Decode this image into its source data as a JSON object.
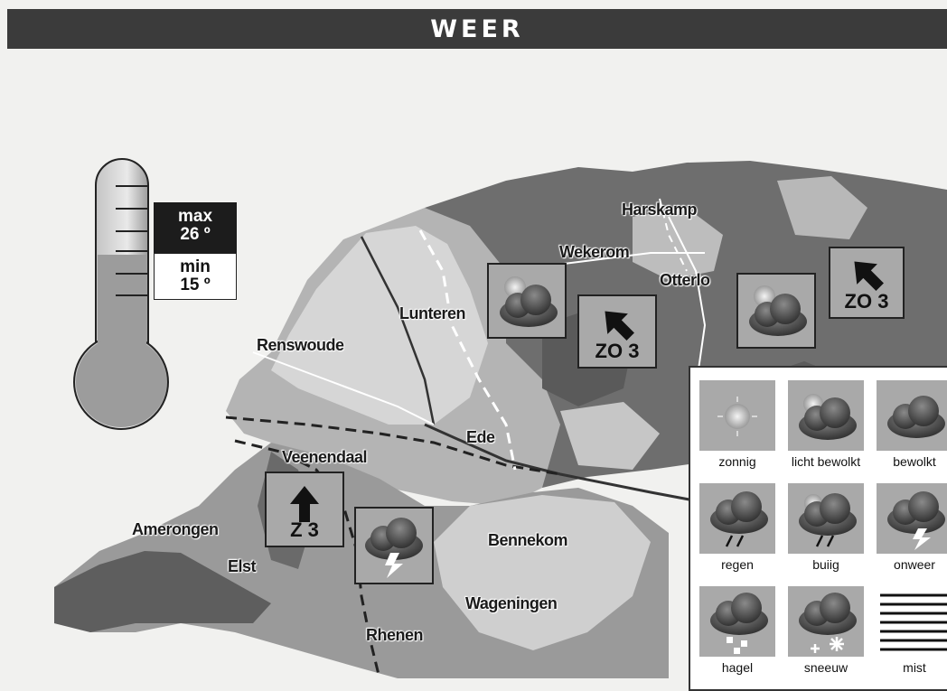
{
  "header": {
    "title": "WEER"
  },
  "thermometer": {
    "max_label": "max",
    "max_value": "26 º",
    "min_label": "min",
    "min_value": "15 º"
  },
  "towns": [
    {
      "name": "Harskamp"
    },
    {
      "name": "Wekerom"
    },
    {
      "name": "Otterlo"
    },
    {
      "name": "Lunteren"
    },
    {
      "name": "Renswoude"
    },
    {
      "name": "Ede"
    },
    {
      "name": "Veenendaal"
    },
    {
      "name": "Amerongen"
    },
    {
      "name": "Elst"
    },
    {
      "name": "Bennekom"
    },
    {
      "name": "Wageningen"
    },
    {
      "name": "Rhenen"
    }
  ],
  "wind": [
    {
      "label": "ZO 3",
      "direction": "northwest"
    },
    {
      "label": "ZO 3",
      "direction": "northwest"
    },
    {
      "label": "Z 3",
      "direction": "north"
    }
  ],
  "map_symbols": [
    {
      "icon": "licht-bewolkt-icon"
    },
    {
      "icon": "licht-bewolkt-icon"
    },
    {
      "icon": "onweer-icon"
    }
  ],
  "legend": {
    "items": [
      {
        "label": "zonnig",
        "icon": "sun-icon"
      },
      {
        "label": "licht bewolkt",
        "icon": "partly-cloudy-icon"
      },
      {
        "label": "bewolkt",
        "icon": "cloud-icon"
      },
      {
        "label": "regen",
        "icon": "rain-icon"
      },
      {
        "label": "buiig",
        "icon": "showers-icon"
      },
      {
        "label": "onweer",
        "icon": "thunderstorm-icon"
      },
      {
        "label": "hagel",
        "icon": "hail-icon"
      },
      {
        "label": "sneeuw",
        "icon": "snow-icon"
      },
      {
        "label": "mist",
        "icon": "fog-icon"
      }
    ]
  },
  "colors": {
    "header_bg": "#3b3b3b",
    "land_dark": "#6e6e6e",
    "land_mid": "#a4a4a4",
    "land_light": "#d3d3d3",
    "symbol_box": "#a9a9a9"
  }
}
